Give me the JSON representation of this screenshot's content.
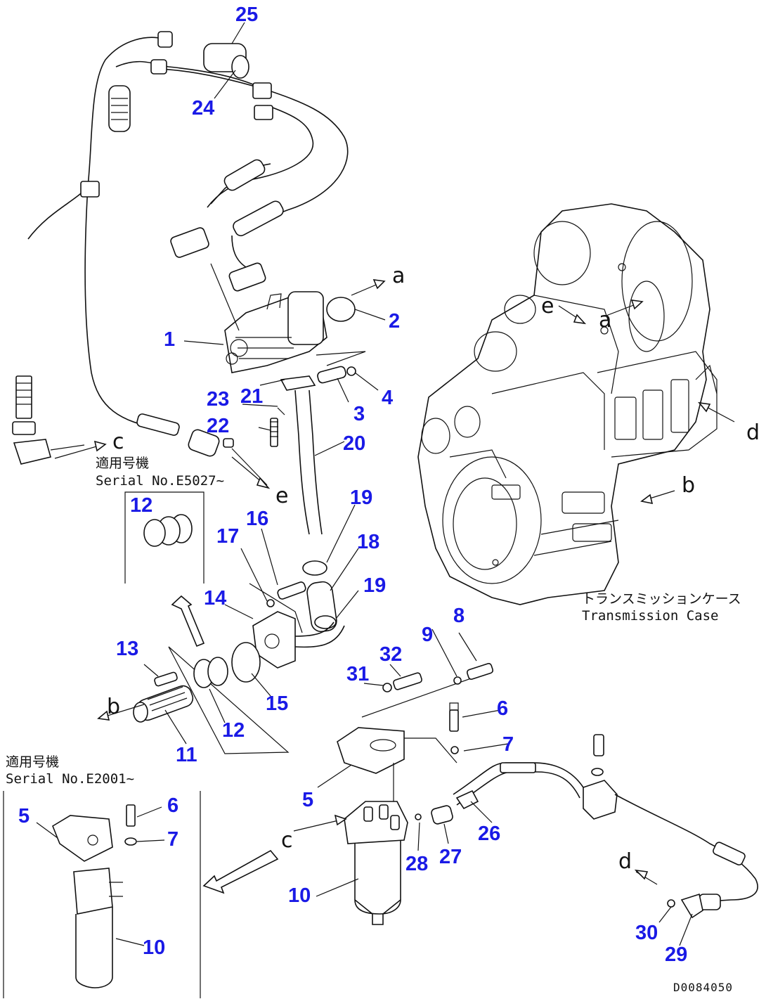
{
  "part_numbers": [
    {
      "id": "p25",
      "text": "25"
    },
    {
      "id": "p24",
      "text": "24"
    },
    {
      "id": "p1",
      "text": "1"
    },
    {
      "id": "p2",
      "text": "2"
    },
    {
      "id": "p21",
      "text": "21"
    },
    {
      "id": "p23",
      "text": "23"
    },
    {
      "id": "p3",
      "text": "3"
    },
    {
      "id": "p4",
      "text": "4"
    },
    {
      "id": "p22",
      "text": "22"
    },
    {
      "id": "p20",
      "text": "20"
    },
    {
      "id": "p12a",
      "text": "12"
    },
    {
      "id": "p19a",
      "text": "19"
    },
    {
      "id": "p16",
      "text": "16"
    },
    {
      "id": "p17",
      "text": "17"
    },
    {
      "id": "p18",
      "text": "18"
    },
    {
      "id": "p19b",
      "text": "19"
    },
    {
      "id": "p14",
      "text": "14"
    },
    {
      "id": "p8",
      "text": "8"
    },
    {
      "id": "p9",
      "text": "9"
    },
    {
      "id": "p13",
      "text": "13"
    },
    {
      "id": "p32",
      "text": "32"
    },
    {
      "id": "p31",
      "text": "31"
    },
    {
      "id": "p15",
      "text": "15"
    },
    {
      "id": "p6a",
      "text": "6"
    },
    {
      "id": "p12b",
      "text": "12"
    },
    {
      "id": "p11",
      "text": "11"
    },
    {
      "id": "p7a",
      "text": "7"
    },
    {
      "id": "p5a",
      "text": "5"
    },
    {
      "id": "p6b",
      "text": "6"
    },
    {
      "id": "p5b",
      "text": "5"
    },
    {
      "id": "p7b",
      "text": "7"
    },
    {
      "id": "p26",
      "text": "26"
    },
    {
      "id": "p27",
      "text": "27"
    },
    {
      "id": "p28",
      "text": "28"
    },
    {
      "id": "p10a",
      "text": "10"
    },
    {
      "id": "p10b",
      "text": "10"
    },
    {
      "id": "p30",
      "text": "30"
    },
    {
      "id": "p29",
      "text": "29"
    }
  ],
  "connection_letters": {
    "a1": "a",
    "a2": "a",
    "b1": "b",
    "b2": "b",
    "c1": "c",
    "c2": "c",
    "d1": "d",
    "d2": "d",
    "e1": "e",
    "e2": "e"
  },
  "notes": {
    "serial_jp_1": "適用号機",
    "serial_en_1": "Serial No.E5027~",
    "serial_jp_2": "適用号機",
    "serial_en_2": "Serial No.E2001~",
    "transmission_jp": "トランスミッションケース",
    "transmission_en": "Transmission Case"
  },
  "drawing_code": "D0084050",
  "colors": {
    "part_number": "#1a1ae6",
    "line": "#111111",
    "background": "#ffffff"
  }
}
